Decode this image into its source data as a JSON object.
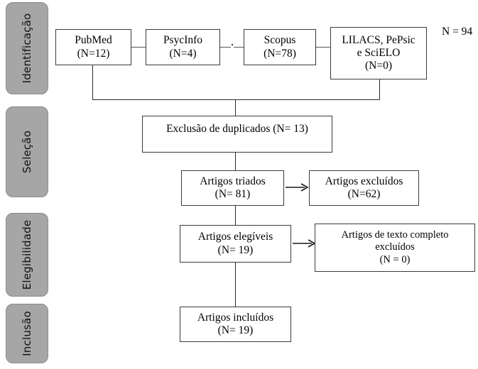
{
  "diagram": {
    "title": "PRISMA flow diagram",
    "language": "pt-BR",
    "stages": [
      {
        "id": "identificacao",
        "label": "Identificação"
      },
      {
        "id": "selecao",
        "label": "Seleção"
      },
      {
        "id": "elegibilidade",
        "label": "Elegibilidade"
      },
      {
        "id": "inclusao",
        "label": "Inclusão"
      }
    ],
    "sources": [
      {
        "id": "pubmed",
        "line1": "PubMed",
        "line2": "(N=12)"
      },
      {
        "id": "psycinfo",
        "line1": "PsycInfo",
        "line2": "(N=4)"
      },
      {
        "id": "scopus",
        "line1": "Scopus",
        "line2": "(N=78)"
      },
      {
        "id": "lilacs",
        "line1": "LILACS, PePsic",
        "line2": "e SciELO",
        "line3": "(N=0)"
      }
    ],
    "total_label": "N = 94",
    "steps": {
      "duplicates": {
        "line1": "Exclusão de duplicados (N= 13)"
      },
      "screened": {
        "line1": "Artigos triados",
        "line2": "(N= 81)"
      },
      "screened_excluded": {
        "line1": "Artigos excluídos",
        "line2": "(N=62)"
      },
      "eligible": {
        "line1": "Artigos elegíveis",
        "line2": "(N= 19)"
      },
      "fulltext_excluded": {
        "line1": "Artigos de texto completo",
        "line2": "excluídos",
        "line3": "(N = 0)"
      },
      "included": {
        "line1": "Artigos incluídos",
        "line2": "(N= 19)"
      }
    },
    "colors": {
      "stage_fill": "#a6a6a6",
      "stage_border": "#8c8c8c",
      "box_border": "#3a3a3a",
      "connector": "#555555",
      "text": "#000000",
      "background": "#ffffff"
    }
  }
}
